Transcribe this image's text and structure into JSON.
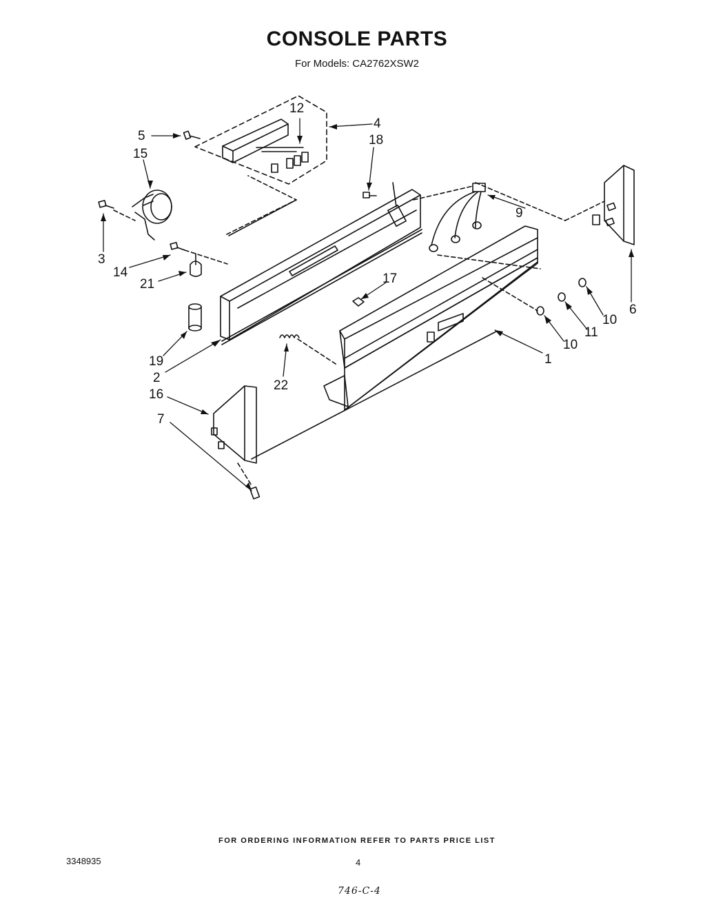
{
  "header": {
    "title": "CONSOLE PARTS",
    "subtitle": "For Models: CA2762XSW2"
  },
  "callouts": [
    {
      "id": "c1",
      "label": "1"
    },
    {
      "id": "c2",
      "label": "2"
    },
    {
      "id": "c3",
      "label": "3"
    },
    {
      "id": "c4",
      "label": "4"
    },
    {
      "id": "c5",
      "label": "5"
    },
    {
      "id": "c6",
      "label": "6"
    },
    {
      "id": "c7",
      "label": "7"
    },
    {
      "id": "c9",
      "label": "9"
    },
    {
      "id": "c10a",
      "label": "10"
    },
    {
      "id": "c10b",
      "label": "10"
    },
    {
      "id": "c11",
      "label": "11"
    },
    {
      "id": "c12",
      "label": "12"
    },
    {
      "id": "c14",
      "label": "14"
    },
    {
      "id": "c15",
      "label": "15"
    },
    {
      "id": "c16",
      "label": "16"
    },
    {
      "id": "c17",
      "label": "17"
    },
    {
      "id": "c18",
      "label": "18"
    },
    {
      "id": "c19",
      "label": "19"
    },
    {
      "id": "c21",
      "label": "21"
    },
    {
      "id": "c22",
      "label": "22"
    }
  ],
  "footer": {
    "ordering_note": "FOR ORDERING INFORMATION REFER TO PARTS PRICE LIST",
    "doc_number": "3348935",
    "page_number": "4",
    "handwritten": "746-C-4"
  }
}
